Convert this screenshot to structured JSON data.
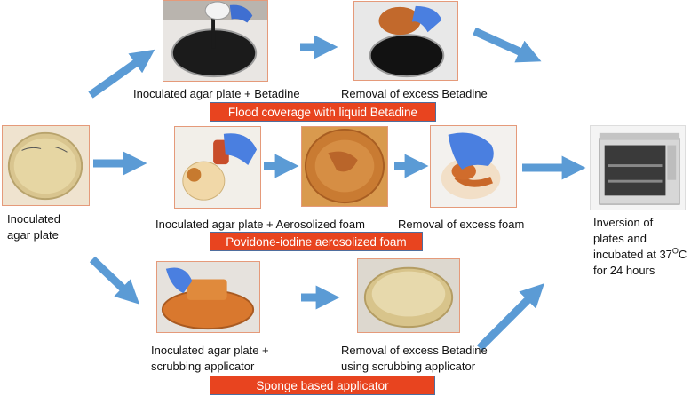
{
  "colors": {
    "arrow": "#5b9bd5",
    "banner": "#e8441f",
    "photo_border": "#e59a7a"
  },
  "start": {
    "label_line1": "Inoculated",
    "label_line2": "agar plate"
  },
  "flood": {
    "step1": "Inoculated agar plate + Betadine",
    "step2": "Removal of excess Betadine",
    "banner": "Flood coverage with liquid Betadine"
  },
  "foam": {
    "step1": "Inoculated agar plate + Aerosolized foam",
    "step2": "Removal of excess foam",
    "banner": "Povidone-iodine aerosolized foam"
  },
  "sponge": {
    "step1_line1": "Inoculated agar plate +",
    "step1_line2": "scrubbing applicator",
    "step2_line1": "Removal of excess Betadine",
    "step2_line2": "using scrubbing applicator",
    "banner": "Sponge based applicator"
  },
  "end": {
    "line1": "Inversion of",
    "line2": "plates and",
    "line3_prefix": "incubated at 37",
    "line3_sup": "O",
    "line3_suffix": "C",
    "line4": "for 24 hours"
  },
  "icons": [
    "agar-plate-photo",
    "betadine-pour-photo",
    "petri-dish-photo",
    "incubator-photo"
  ]
}
